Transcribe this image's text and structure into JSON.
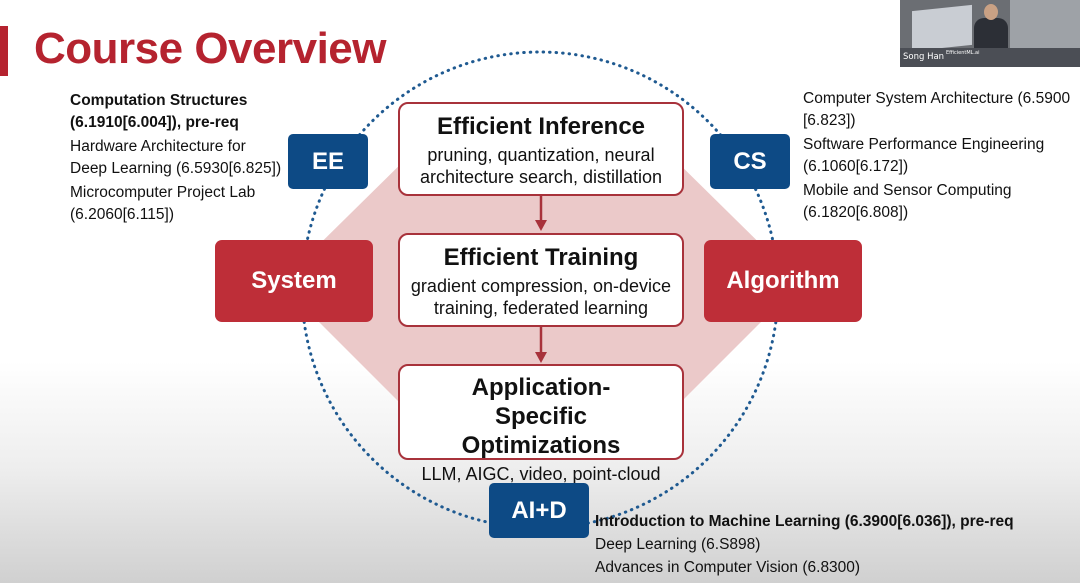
{
  "slide": {
    "title": "Course Overview",
    "video": {
      "speaker_name": "Song Han",
      "screen_tag": "EfficientML.ai"
    },
    "center": {
      "inference": {
        "title": "Efficient Inference",
        "subtitle": "pruning, quantization, neural architecture search, distillation"
      },
      "training": {
        "title": "Efficient Training",
        "subtitle": "gradient compression, on-device training, federated learning"
      },
      "application": {
        "title": "Application-Specific Optimizations",
        "subtitle": "LLM, AIGC, video, point-cloud"
      }
    },
    "labels": {
      "system": "System",
      "algorithm": "Algorithm",
      "ee": "EE",
      "cs": "CS",
      "aid": "AI+D"
    },
    "ee_courses": [
      {
        "text": "Computation Structures (6.1910[6.004]), pre-req",
        "bold": true
      },
      {
        "text": "Hardware Architecture for Deep Learning (6.5930[6.825])",
        "bold": false
      },
      {
        "text": "Microcomputer Project Lab (6.2060[6.115])",
        "bold": false
      }
    ],
    "cs_courses": [
      {
        "text": "Computer System Architecture (6.5900 [6.823])",
        "bold": false
      },
      {
        "text": "Software Performance Engineering (6.1060[6.172])",
        "bold": false
      },
      {
        "text": "Mobile and Sensor Computing (6.1820[6.808])",
        "bold": false
      }
    ],
    "aid_courses": [
      {
        "text": "Introduction to Machine Learning (6.3900[6.036]), pre-req",
        "bold": true
      },
      {
        "text": "Deep Learning (6.S898)",
        "bold": false
      },
      {
        "text": "Advances in Computer Vision (6.8300)",
        "bold": false
      }
    ],
    "colors": {
      "accent_red": "#b5232f",
      "box_border": "#a8323b",
      "label_red": "#be2e38",
      "label_blue": "#0d4a85",
      "diamond": "#ebc9c9",
      "circle_dots": "#1f5a91"
    }
  }
}
